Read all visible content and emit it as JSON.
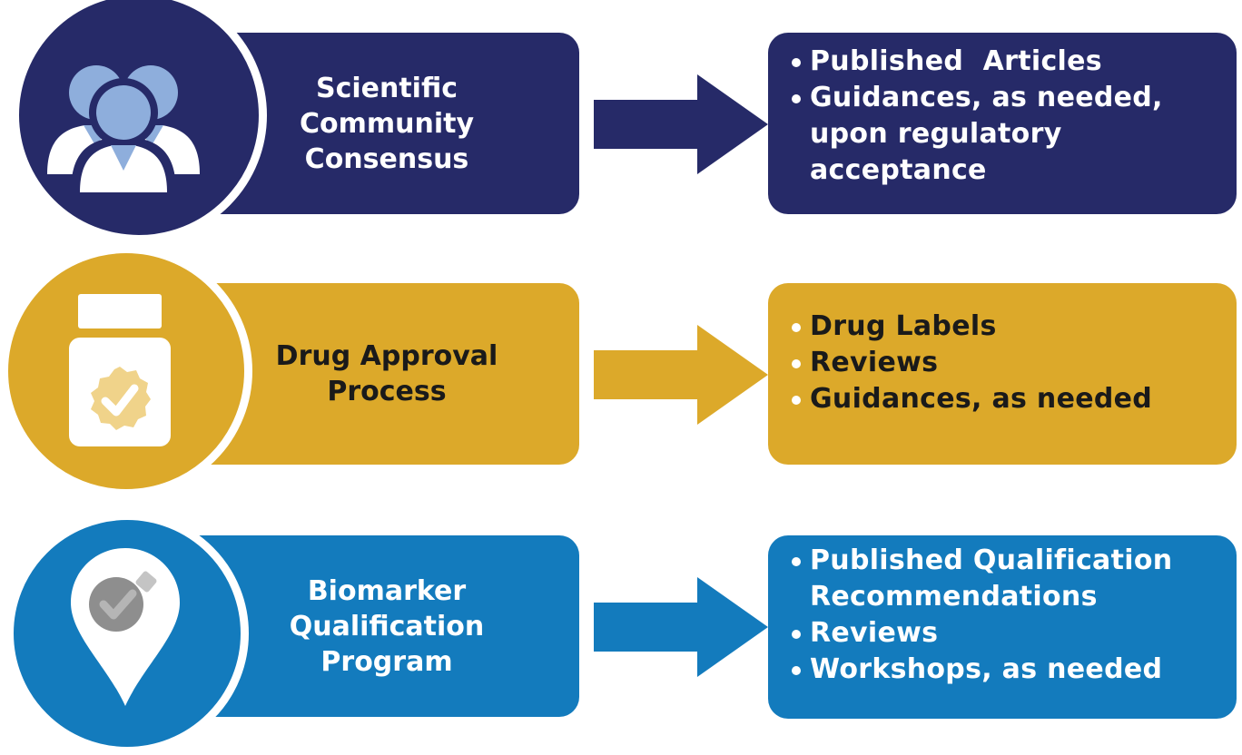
{
  "colors": {
    "navy": "#262a68",
    "gold": "#dca92a",
    "blue": "#137bbd",
    "light_blue": "#8eaedc",
    "light_gold": "#f0d38a",
    "gray": "#8e8e8e"
  },
  "rows": [
    {
      "icon": "people-group-icon",
      "label": "Scientific\nCommunity\nConsensus",
      "outputs": [
        "Published  Articles",
        "Guidances, as needed, upon regulatory acceptance"
      ]
    },
    {
      "icon": "medicine-bottle-check-icon",
      "label": "Drug Approval\nProcess",
      "outputs": [
        "Drug Labels",
        "Reviews",
        "Guidances, as needed"
      ]
    },
    {
      "icon": "location-pin-check-icon",
      "label": "Biomarker\nQualification\nProgram",
      "outputs": [
        "Published Qualification Recommendations",
        "Reviews",
        "Workshops, as needed"
      ]
    }
  ]
}
